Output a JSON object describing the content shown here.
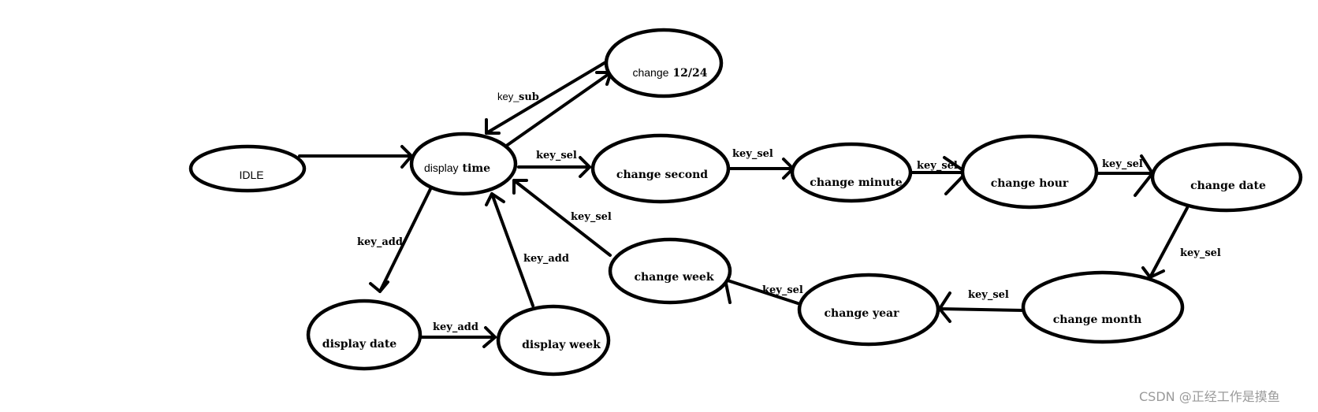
{
  "diagram": {
    "type": "state-machine",
    "states": {
      "idle": "IDLE",
      "display_time_a": "display",
      "display_time_b": "time",
      "change_12_24_a": "change",
      "change_12_24_b": "12/24",
      "change_second": "change second",
      "change_minute": "change minute",
      "change_hour": "change hour",
      "change_date": "change date",
      "change_month": "change month",
      "change_year": "change year",
      "change_week": "change week",
      "display_date": "display date",
      "display_week": "display week"
    },
    "edges": {
      "idle_to_display_time": "",
      "display_time_to_change_12_24": "",
      "change_12_24_to_display_time": "key_sub",
      "display_time_to_change_second": "key_sel",
      "change_second_to_change_minute": "key_sel",
      "change_minute_to_change_hour": "key_sel",
      "change_hour_to_change_date": "key_sel",
      "change_date_to_change_month": "key_sel",
      "change_month_to_change_year": "key_sel",
      "change_year_to_change_week": "key_sel",
      "change_week_to_display_time": "key_sel",
      "display_time_to_display_date": "key_add",
      "display_date_to_display_week": "key_add",
      "display_week_to_display_time": "key_add"
    }
  },
  "watermark": "CSDN @正经工作是摸鱼"
}
